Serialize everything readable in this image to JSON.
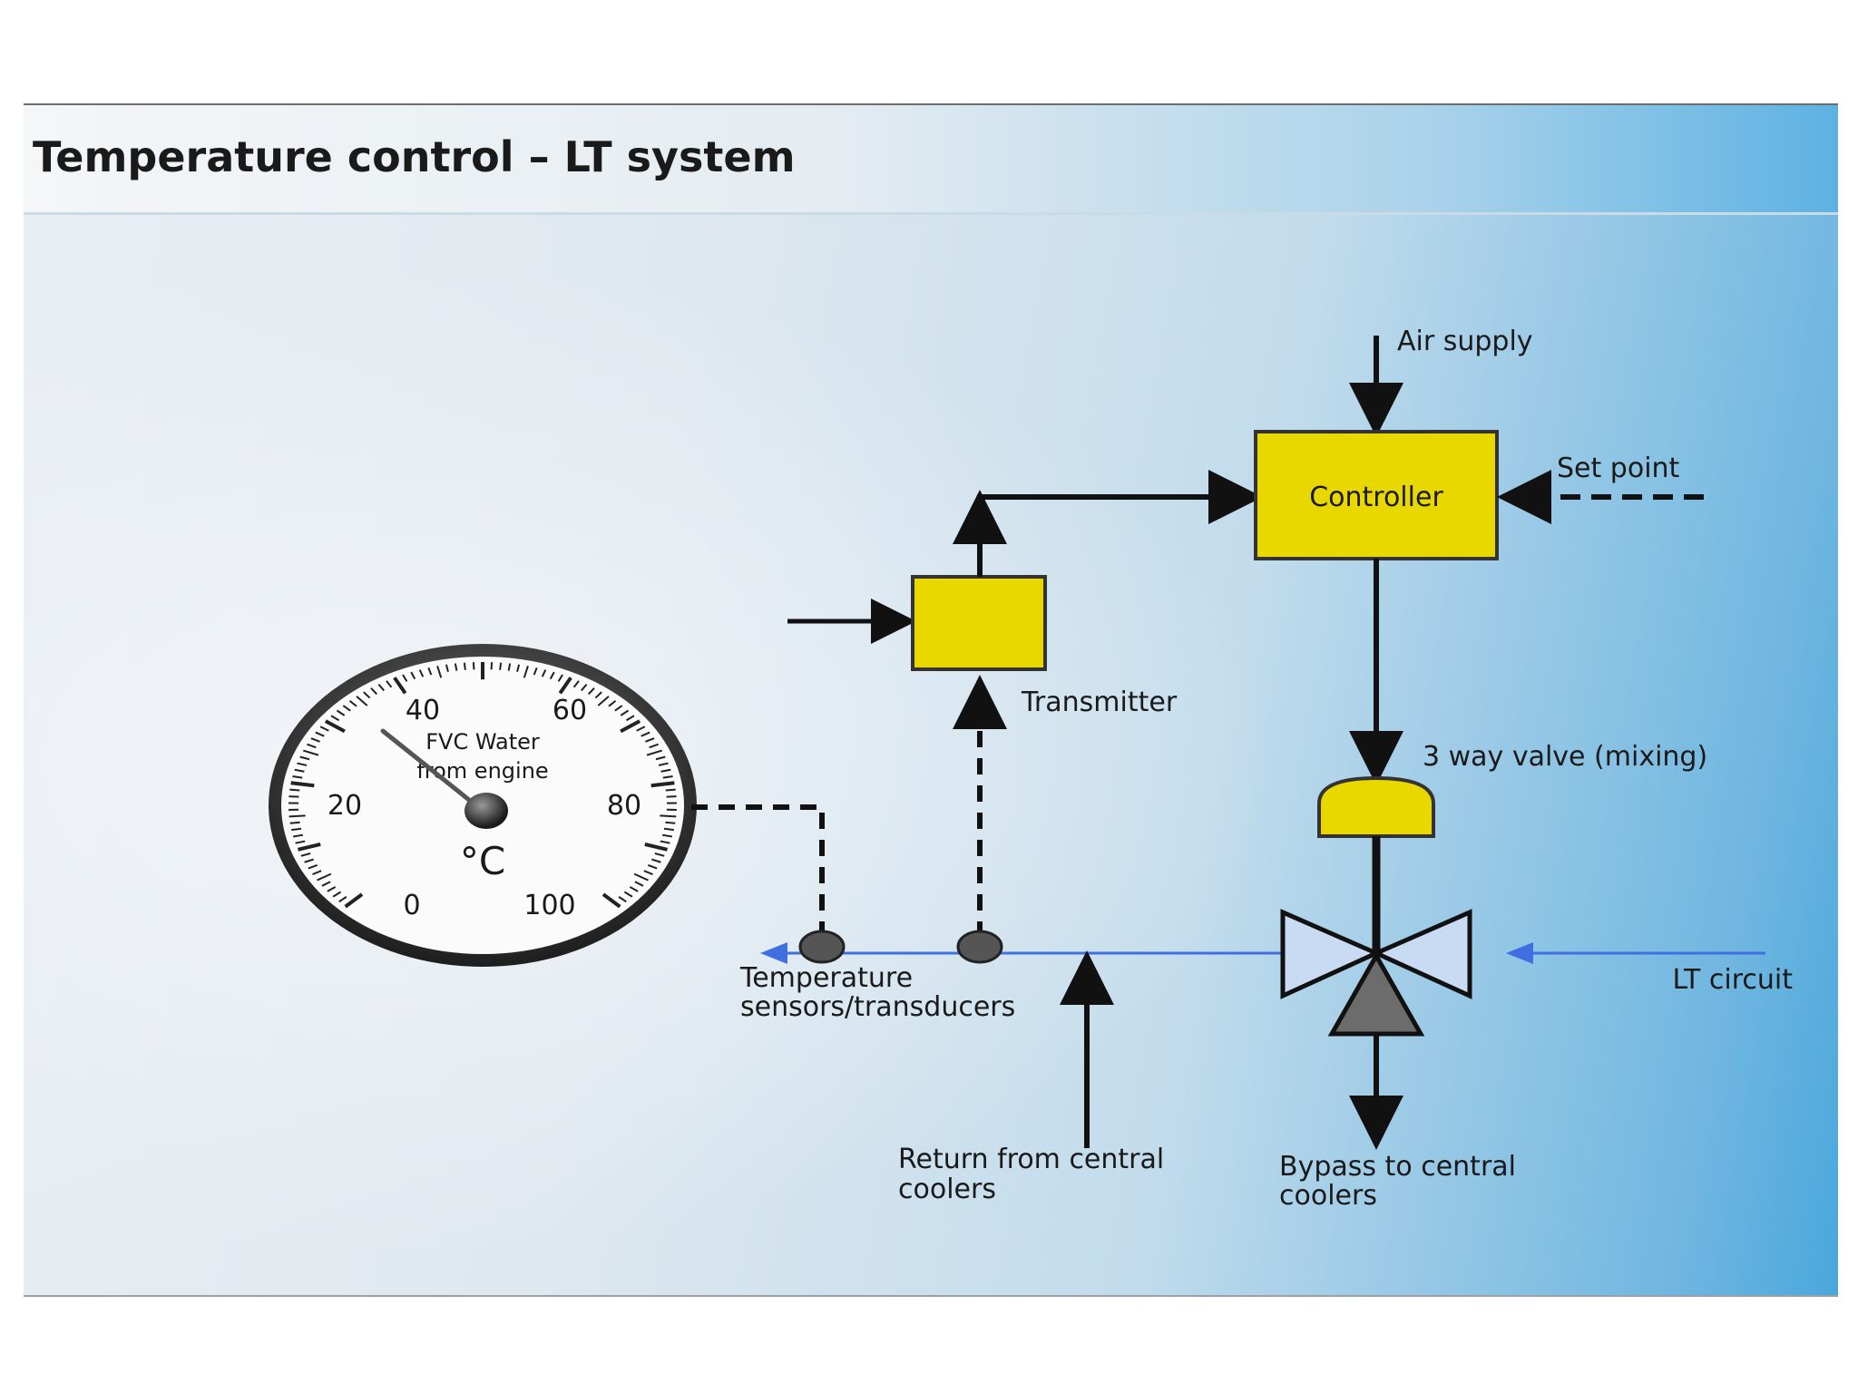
{
  "title": "Temperature control – LT system",
  "labels": {
    "air_supply": "Air supply",
    "controller": "Controller",
    "set_point": "Set point",
    "transmitter": "Transmitter",
    "valve": "3 way valve (mixing)",
    "sensors_line1": "Temperature",
    "sensors_line2": "sensors/transducers",
    "return_line1": "Return from central",
    "return_line2": "coolers",
    "bypass_line1": "Bypass to central",
    "bypass_line2": "coolers",
    "lt_circuit": "LT circuit"
  },
  "gauge": {
    "ticks": [
      "0",
      "20",
      "40",
      "60",
      "80",
      "100"
    ],
    "caption_line1": "FVC Water",
    "caption_line2": "from engine",
    "unit": "°C"
  },
  "colors": {
    "box_fill": "#e8d800",
    "line": "#111111",
    "flow_line": "#3f6fe0",
    "valve_body": "#6c6c6c"
  }
}
